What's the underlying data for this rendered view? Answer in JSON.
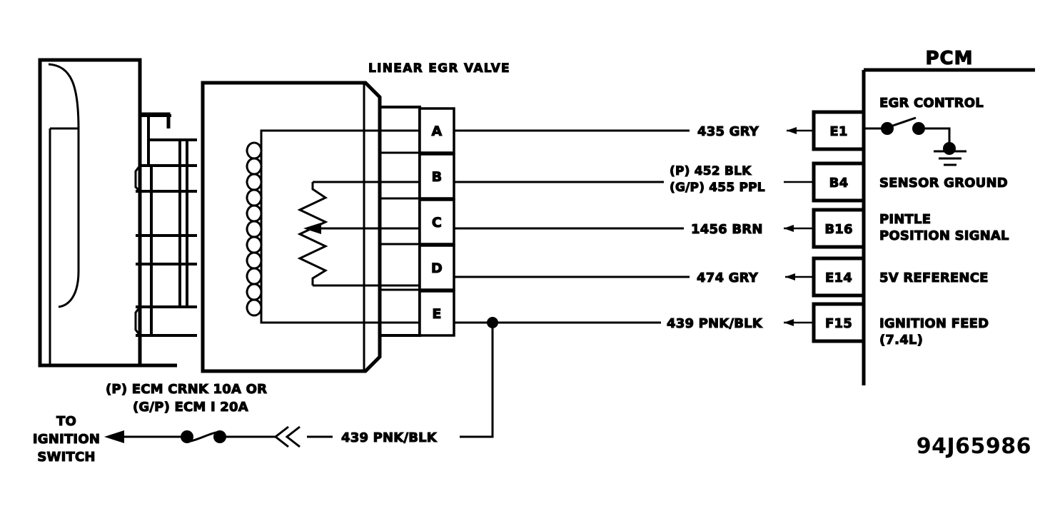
{
  "diagram": {
    "title": "LINEAR EGR VALVE",
    "module_label": "PCM",
    "document_number": "94J65986",
    "ink_color": "#000000",
    "background_color": "#ffffff"
  },
  "component": {
    "name": "LINEAR EGR VALVE",
    "connector_pins": [
      "A",
      "B",
      "C",
      "D",
      "E"
    ]
  },
  "circuits": [
    {
      "pin": "A",
      "wire_label": "435 GRY",
      "wire_label_line2": "",
      "terminal": "E1",
      "function": "EGR CONTROL",
      "function_line2": ""
    },
    {
      "pin": "B",
      "wire_label": "(P)    452 BLK",
      "wire_label_line2": "(G/P) 455 PPL",
      "terminal": "B4",
      "function": "SENSOR GROUND",
      "function_line2": ""
    },
    {
      "pin": "C",
      "wire_label": "1456 BRN",
      "wire_label_line2": "",
      "terminal": "B16",
      "function": "PINTLE",
      "function_line2": "POSITION SIGNAL"
    },
    {
      "pin": "D",
      "wire_label": "474 GRY",
      "wire_label_line2": "",
      "terminal": "E14",
      "function": "5V REFERENCE",
      "function_line2": ""
    },
    {
      "pin": "E",
      "wire_label": "439 PNK/BLK",
      "wire_label_line2": "",
      "terminal": "F15",
      "function": "IGNITION FEED",
      "function_line2": "(7.4L)"
    }
  ],
  "power_feed": {
    "fuse_label_line1": "(P) ECM CRNK 10A OR",
    "fuse_label_line2": "(G/P) ECM I 20A",
    "destination_line1": "TO",
    "destination_line2": "IGNITION",
    "destination_line3": "SWITCH",
    "branch_wire_label": "439 PNK/BLK"
  },
  "module": {
    "label": "PCM",
    "egr_control_label": "EGR CONTROL",
    "ground_symbol": "chassis-ground"
  },
  "icons": {
    "solenoid": "coil-icon",
    "potentiometer": "variable-resistor-icon",
    "fuse": "fuse-icon",
    "ground": "ground-icon",
    "switch": "switch-icon",
    "arrow": "arrow-left-icon",
    "double_chevron": "double-chevron-left-icon",
    "junction": "junction-dot-icon"
  }
}
